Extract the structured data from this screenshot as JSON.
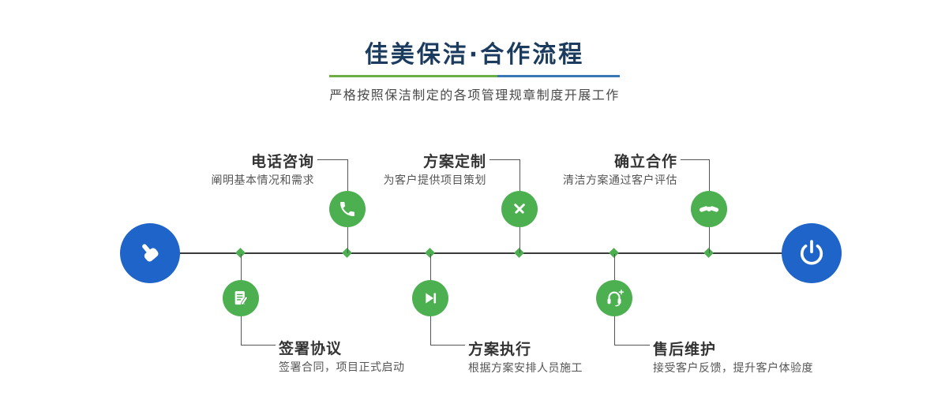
{
  "header": {
    "title": "佳美保洁·合作流程",
    "subtitle": "严格按照保洁制定的各项管理规章制度开展工作"
  },
  "timeline": {
    "start_icon": "pointing-hand-icon",
    "end_icon": "power-icon"
  },
  "steps_top": [
    {
      "title": "电话咨询",
      "desc": "阐明基本情况和需求",
      "icon": "phone-icon"
    },
    {
      "title": "方案定制",
      "desc": "为客户提供项目策划",
      "icon": "crossed-pencils-icon"
    },
    {
      "title": "确立合作",
      "desc": "清洁方案通过客户评估",
      "icon": "handshake-icon"
    }
  ],
  "steps_bottom": [
    {
      "title": "签署协议",
      "desc": "签署合同，项目正式启动",
      "icon": "contract-pen-icon"
    },
    {
      "title": "方案执行",
      "desc": "根据方案安排人员施工",
      "icon": "play-next-icon"
    },
    {
      "title": "售后维护",
      "desc": "接受客户反馈，提升客户体验度",
      "icon": "headset-plus-icon"
    }
  ],
  "colors": {
    "accent_green": "#4cb051",
    "accent_blue": "#1f64c8",
    "title_navy": "#1b3c5e",
    "underline_green": "#6cae45",
    "underline_blue": "#3a78b5"
  }
}
